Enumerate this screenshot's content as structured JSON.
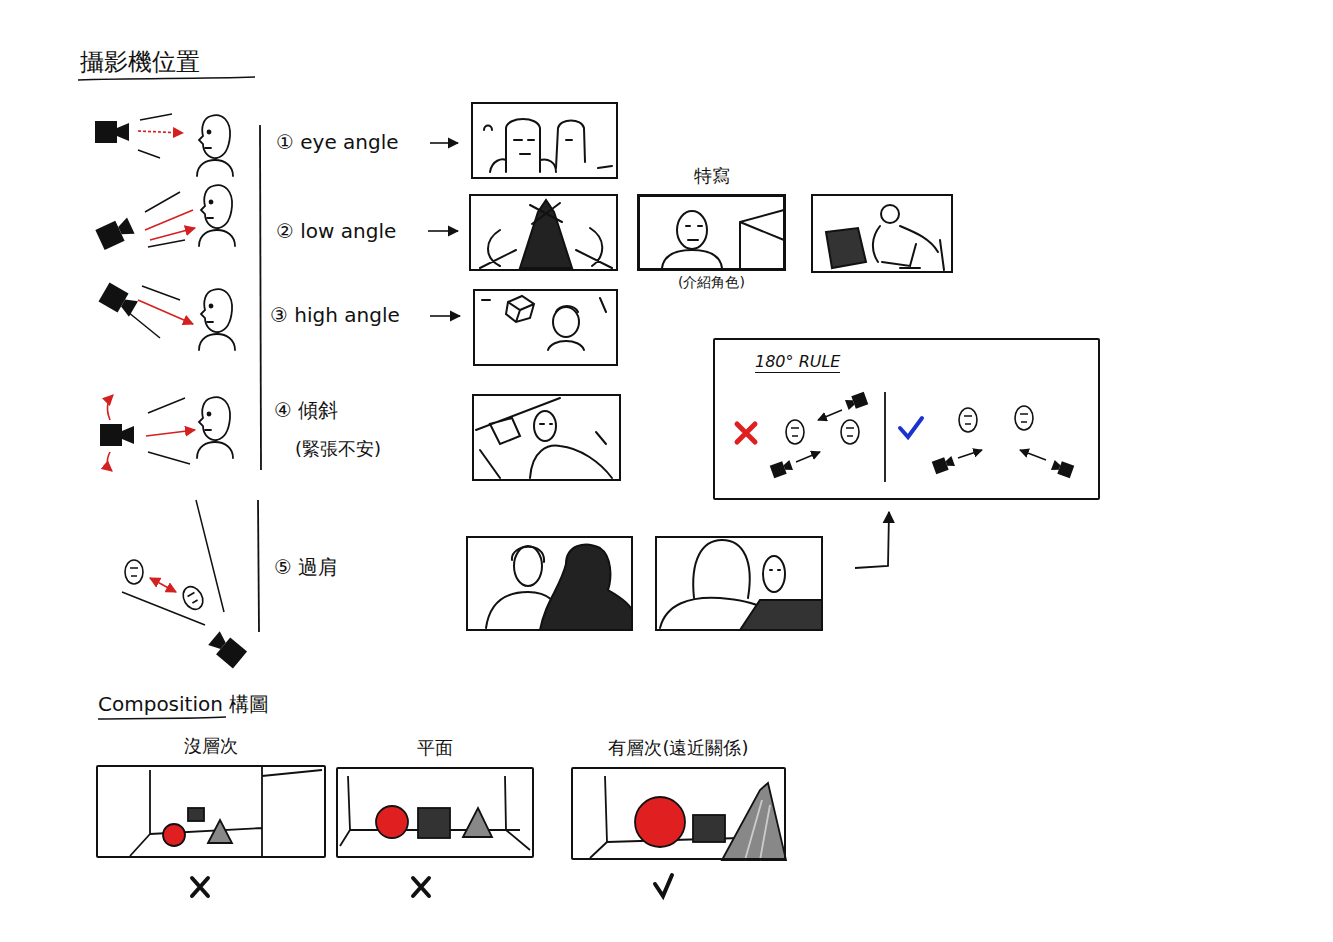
{
  "diagram": {
    "title": "攝影機位置",
    "nodes": [
      {
        "text": [
          "特寫",
          "(介紹角色)"
        ]
      },
      {
        "text": [
          "180° RULE"
        ]
      },
      {
        "text": [
          "沒層次"
        ]
      },
      {
        "text": [
          "平面"
        ]
      },
      {
        "text": [
          "有層次(遠近關係)"
        ]
      }
    ],
    "labels": [
      "① eye angle",
      "② low angle",
      "③ high angle",
      "④ 傾斜",
      "(緊張不安)",
      "⑤ 過肩",
      "Composition 構圖"
    ]
  }
}
